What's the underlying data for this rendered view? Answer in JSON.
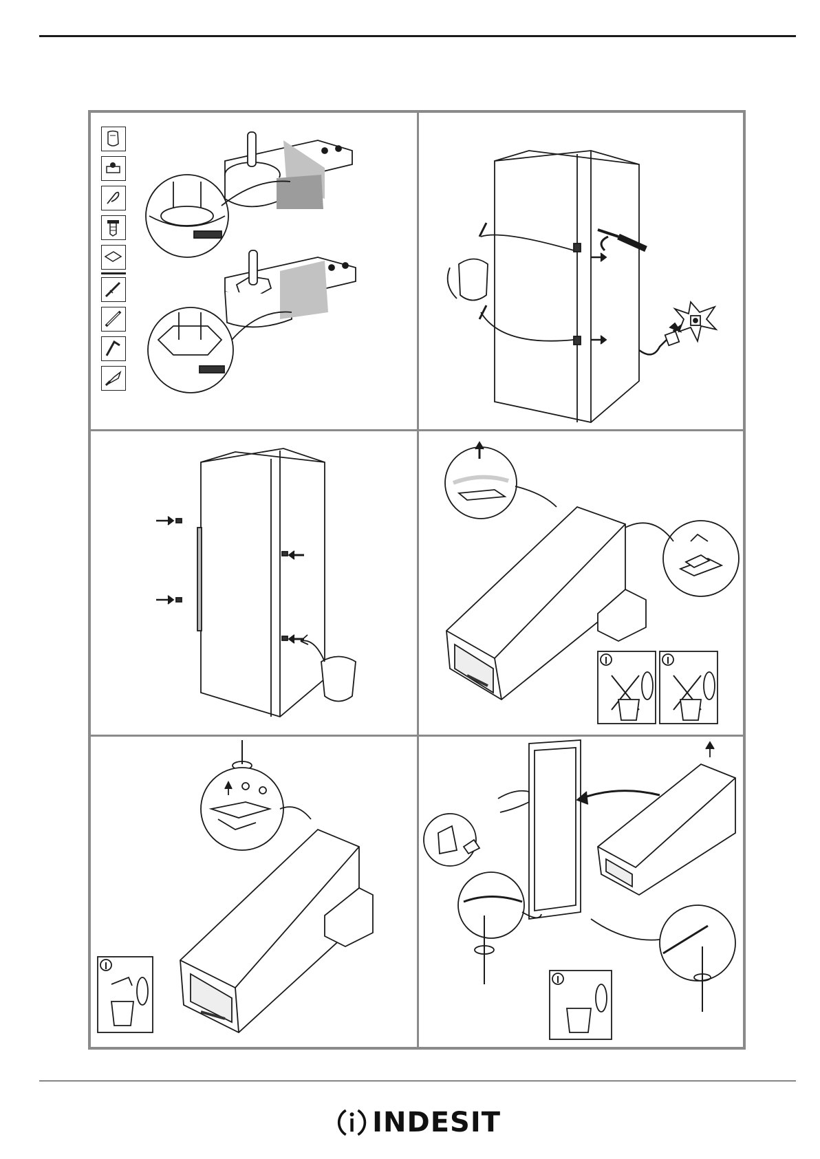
{
  "brand": {
    "name": "INDESIT",
    "logo_icon": "circled-i-logo-icon"
  },
  "toolbox_icons": [
    "screw-bag-icon",
    "hinge-pin-icon",
    "spring-clip-icon",
    "plastic-dowel-icon",
    "spacer-pad-icon",
    "screwdriver-icon",
    "flat-screwdriver-icon",
    "hex-key-icon",
    "putty-knife-icon"
  ],
  "steps": [
    {
      "id": 1,
      "icons": [
        "hinge-detail-icon"
      ]
    },
    {
      "id": 2,
      "icons": [
        "unplug-icon",
        "handle-removal-icon"
      ]
    },
    {
      "id": 3,
      "icons": [
        "screw-bag-icon"
      ]
    },
    {
      "id": 4,
      "icons": [
        "info-icon",
        "recycle-bin-icon"
      ]
    },
    {
      "id": 5,
      "icons": [
        "info-icon",
        "recycle-bin-icon"
      ]
    },
    {
      "id": 6,
      "icons": [
        "info-icon",
        "recycle-bin-icon"
      ]
    }
  ],
  "colors": {
    "frame": "#8a8a8a",
    "line": "#1a1a1a",
    "tone": "#b8b8b8"
  }
}
